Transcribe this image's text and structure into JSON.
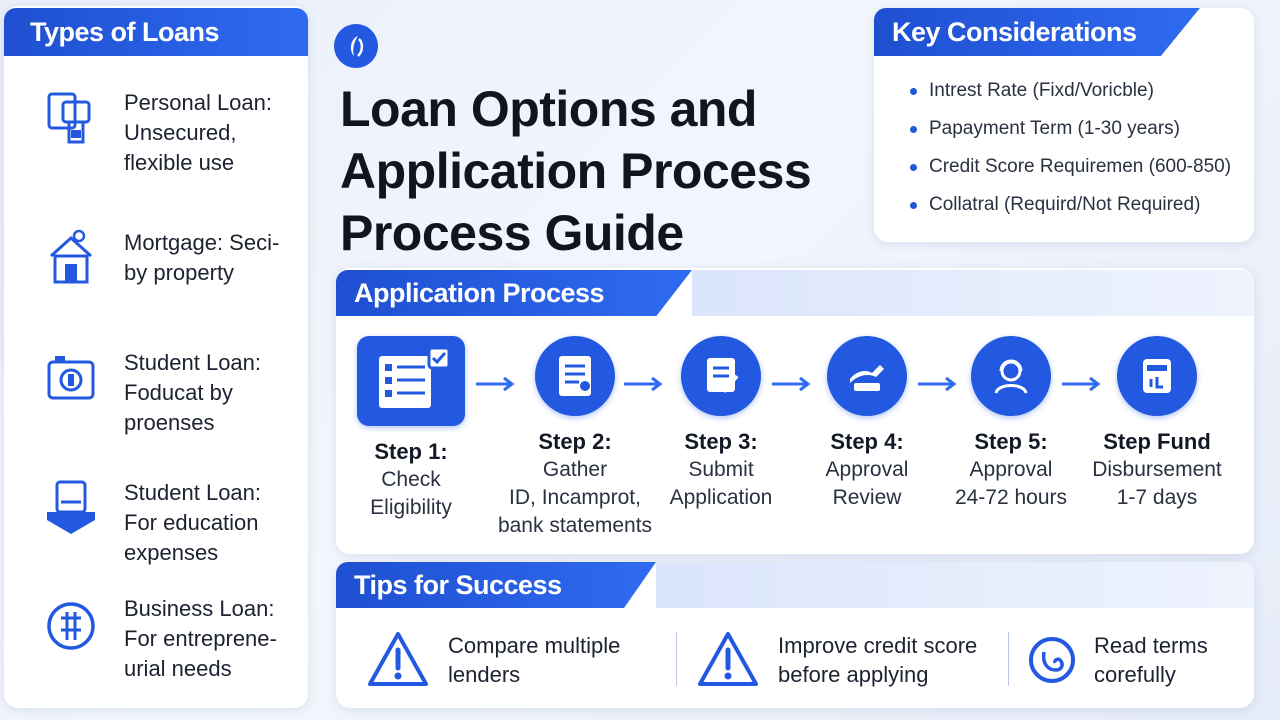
{
  "title": "Loan Options and\nApplication Process\nProcess Guide",
  "types_of_loans": {
    "heading": "Types of Loans",
    "items": [
      {
        "text": "Personal Loan:\nUnsecured,\nflexible use",
        "icon": "personal-loan-icon"
      },
      {
        "text": "Mortgage: Seci-\nby property",
        "icon": "house-icon"
      },
      {
        "text": "Student Loan:\nFoducat by\nproenses",
        "icon": "camera-icon"
      },
      {
        "text": "Student Loan:\nFor education\nexpenses",
        "icon": "graduation-icon"
      },
      {
        "text": "Business Loan:\nFor entreprene-\nurial needs",
        "icon": "business-icon"
      }
    ]
  },
  "key_considerations": {
    "heading": "Key Considerations",
    "items": [
      "Intrest Rate (Fixd/Voricble)",
      "Papayment Term (1-30 years)",
      "Credit Score Requiremen (600-850)",
      "Collatral (Requird/Not Required)"
    ]
  },
  "application_process": {
    "heading": "Application Process",
    "steps": [
      {
        "title": "Step 1:",
        "desc": "Check\nEligibility",
        "icon": "checklist-icon"
      },
      {
        "title": "Step 2:",
        "desc": "Gather\nID, Incamprot,\nbank statements",
        "icon": "document-icon"
      },
      {
        "title": "Step 3:",
        "desc": "Submit\nApplication",
        "icon": "submit-form-icon"
      },
      {
        "title": "Step 4:",
        "desc": "Approval\nReview",
        "icon": "review-icon"
      },
      {
        "title": "Step 5:",
        "desc": "Approval\n24-72 hours",
        "icon": "approval-icon"
      },
      {
        "title": "Step Fund",
        "desc": "Disbursement\n1-7 days",
        "icon": "disbursement-icon"
      }
    ]
  },
  "tips": {
    "heading": "Tips for Success",
    "items": [
      {
        "text": "Compare multiple\nlenders",
        "icon": "warning-icon"
      },
      {
        "text": "Improve credit score\nbefore applying",
        "icon": "warning-icon"
      },
      {
        "text": "Read terms\ncorefully",
        "icon": "reading-icon"
      }
    ]
  },
  "colors": {
    "accent": "#2358e0",
    "ribbon": "#1f4fd1",
    "text": "#1d2433"
  }
}
